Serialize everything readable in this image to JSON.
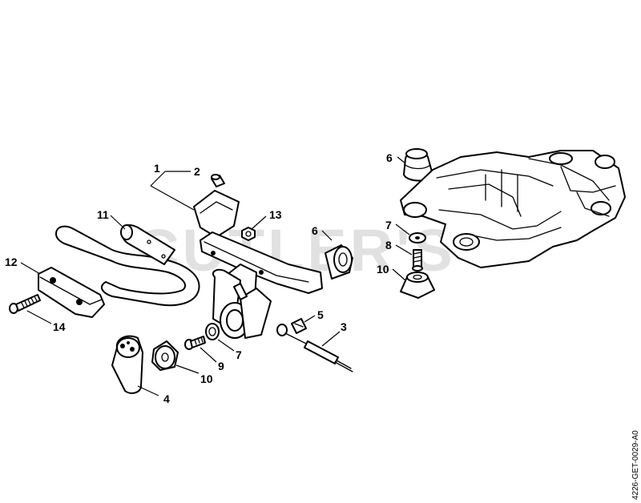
{
  "diagram": {
    "watermark": "CUTLER'S",
    "document_id": "4226-GET-0029-A0",
    "callouts": [
      {
        "id": "c1",
        "label": "1"
      },
      {
        "id": "c2",
        "label": "2"
      },
      {
        "id": "c11",
        "label": "11"
      },
      {
        "id": "c13",
        "label": "13"
      },
      {
        "id": "c6a",
        "label": "6"
      },
      {
        "id": "c12",
        "label": "12"
      },
      {
        "id": "c14",
        "label": "14"
      },
      {
        "id": "c5",
        "label": "5"
      },
      {
        "id": "c3",
        "label": "3"
      },
      {
        "id": "c7a",
        "label": "7"
      },
      {
        "id": "c9",
        "label": "9"
      },
      {
        "id": "c10a",
        "label": "10"
      },
      {
        "id": "c4",
        "label": "4"
      },
      {
        "id": "c6b",
        "label": "6"
      },
      {
        "id": "c7b",
        "label": "7"
      },
      {
        "id": "c8",
        "label": "8"
      },
      {
        "id": "c10b",
        "label": "10"
      }
    ]
  }
}
